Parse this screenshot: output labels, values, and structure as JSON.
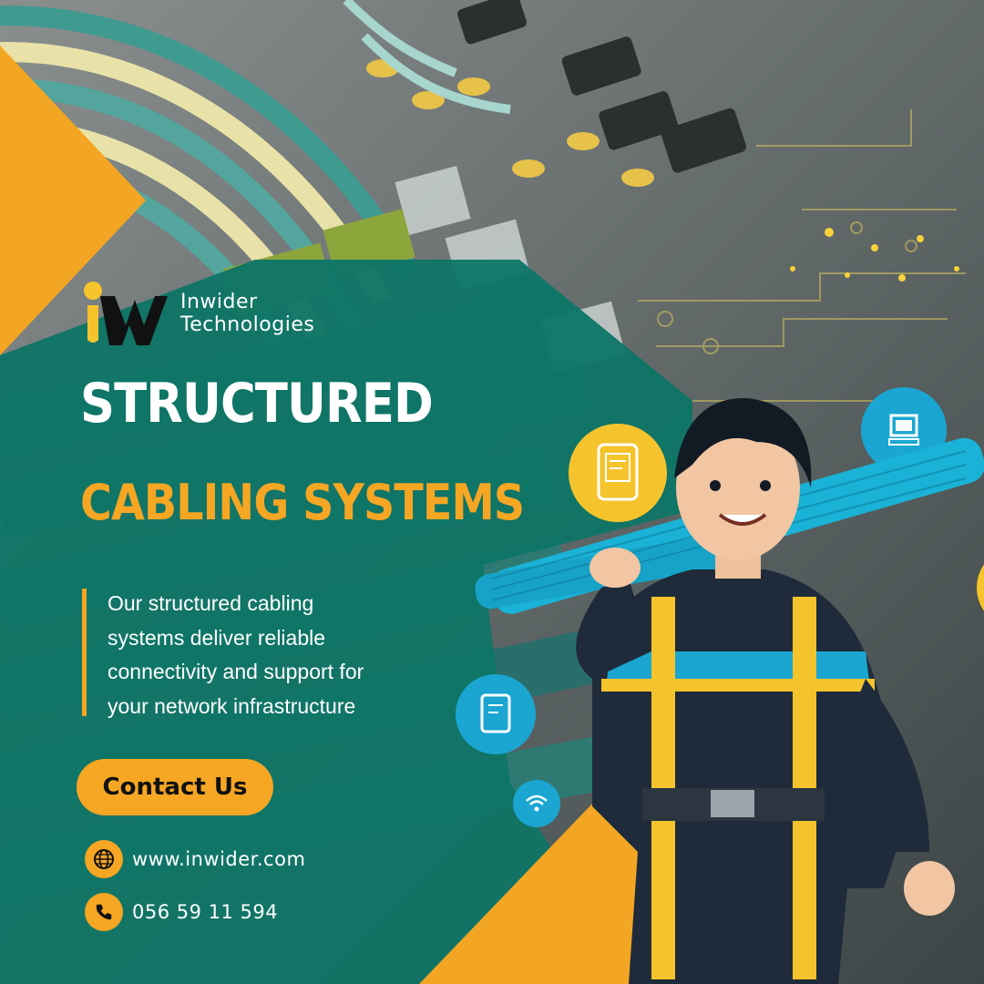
{
  "brand": {
    "line1": "Inwider",
    "line2": "Technologies"
  },
  "headline": {
    "line1": "STRUCTURED",
    "line2": "CABLING SYSTEMS"
  },
  "description": [
    "Our structured cabling",
    "systems deliver reliable",
    "connectivity and support for",
    "your network infrastructure"
  ],
  "cta": {
    "label": "Contact Us"
  },
  "contact": {
    "website": "www.inwider.com",
    "phone": "056 59 11 594"
  },
  "colors": {
    "accent": "#f5a623",
    "teal": "#0d7566",
    "dark": "#2a3233",
    "blue": "#1aa6d1"
  },
  "icons": [
    "globe-icon",
    "phone-icon",
    "router-device-icon",
    "computer-icon",
    "wifi-icon",
    "panel-device-icon"
  ]
}
